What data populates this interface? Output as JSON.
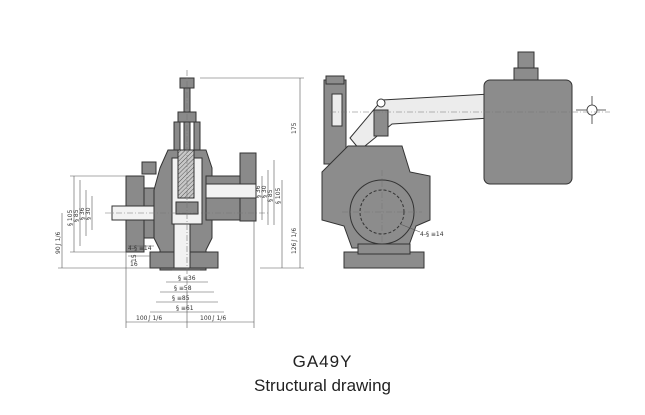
{
  "caption": {
    "model": "GA49Y",
    "subtitle": "Structural drawing"
  },
  "colors": {
    "body_fill": "#8a8a8a",
    "weight_fill": "#8c8c8c",
    "lever_fill": "#ececec",
    "line": "#333333",
    "dimension_line": "#555555"
  },
  "icons": {
    "fulcrum": "crosshair-circle-icon"
  },
  "dimensions": {
    "height_total": "175",
    "height_lower": "126∫ 1/6",
    "height_left": "90∫ 1/6",
    "flange_od_left": "§ 105",
    "flange_bc_left": "§ 85",
    "flange_rf_left": "§ 36",
    "bore_left": "§ 30",
    "flange_od_right": "§ 105",
    "flange_bc_right": "§ 85",
    "bore_right": "§ 30",
    "bore_right_inner": "§ 36",
    "bolt_holes_left": "4-§ ≡14",
    "bolt_holes_right": "4-§ ≡14",
    "thickness_16": "16",
    "thickness_15": "15",
    "bottom_d1": "§ ≡36",
    "bottom_d2": "§ ≡58",
    "bottom_d3": "§ ≡85",
    "bottom_d4": "§ ≡61",
    "half_width_left": "100∫ 1/6",
    "half_width_right": "100∫ 1/6"
  }
}
